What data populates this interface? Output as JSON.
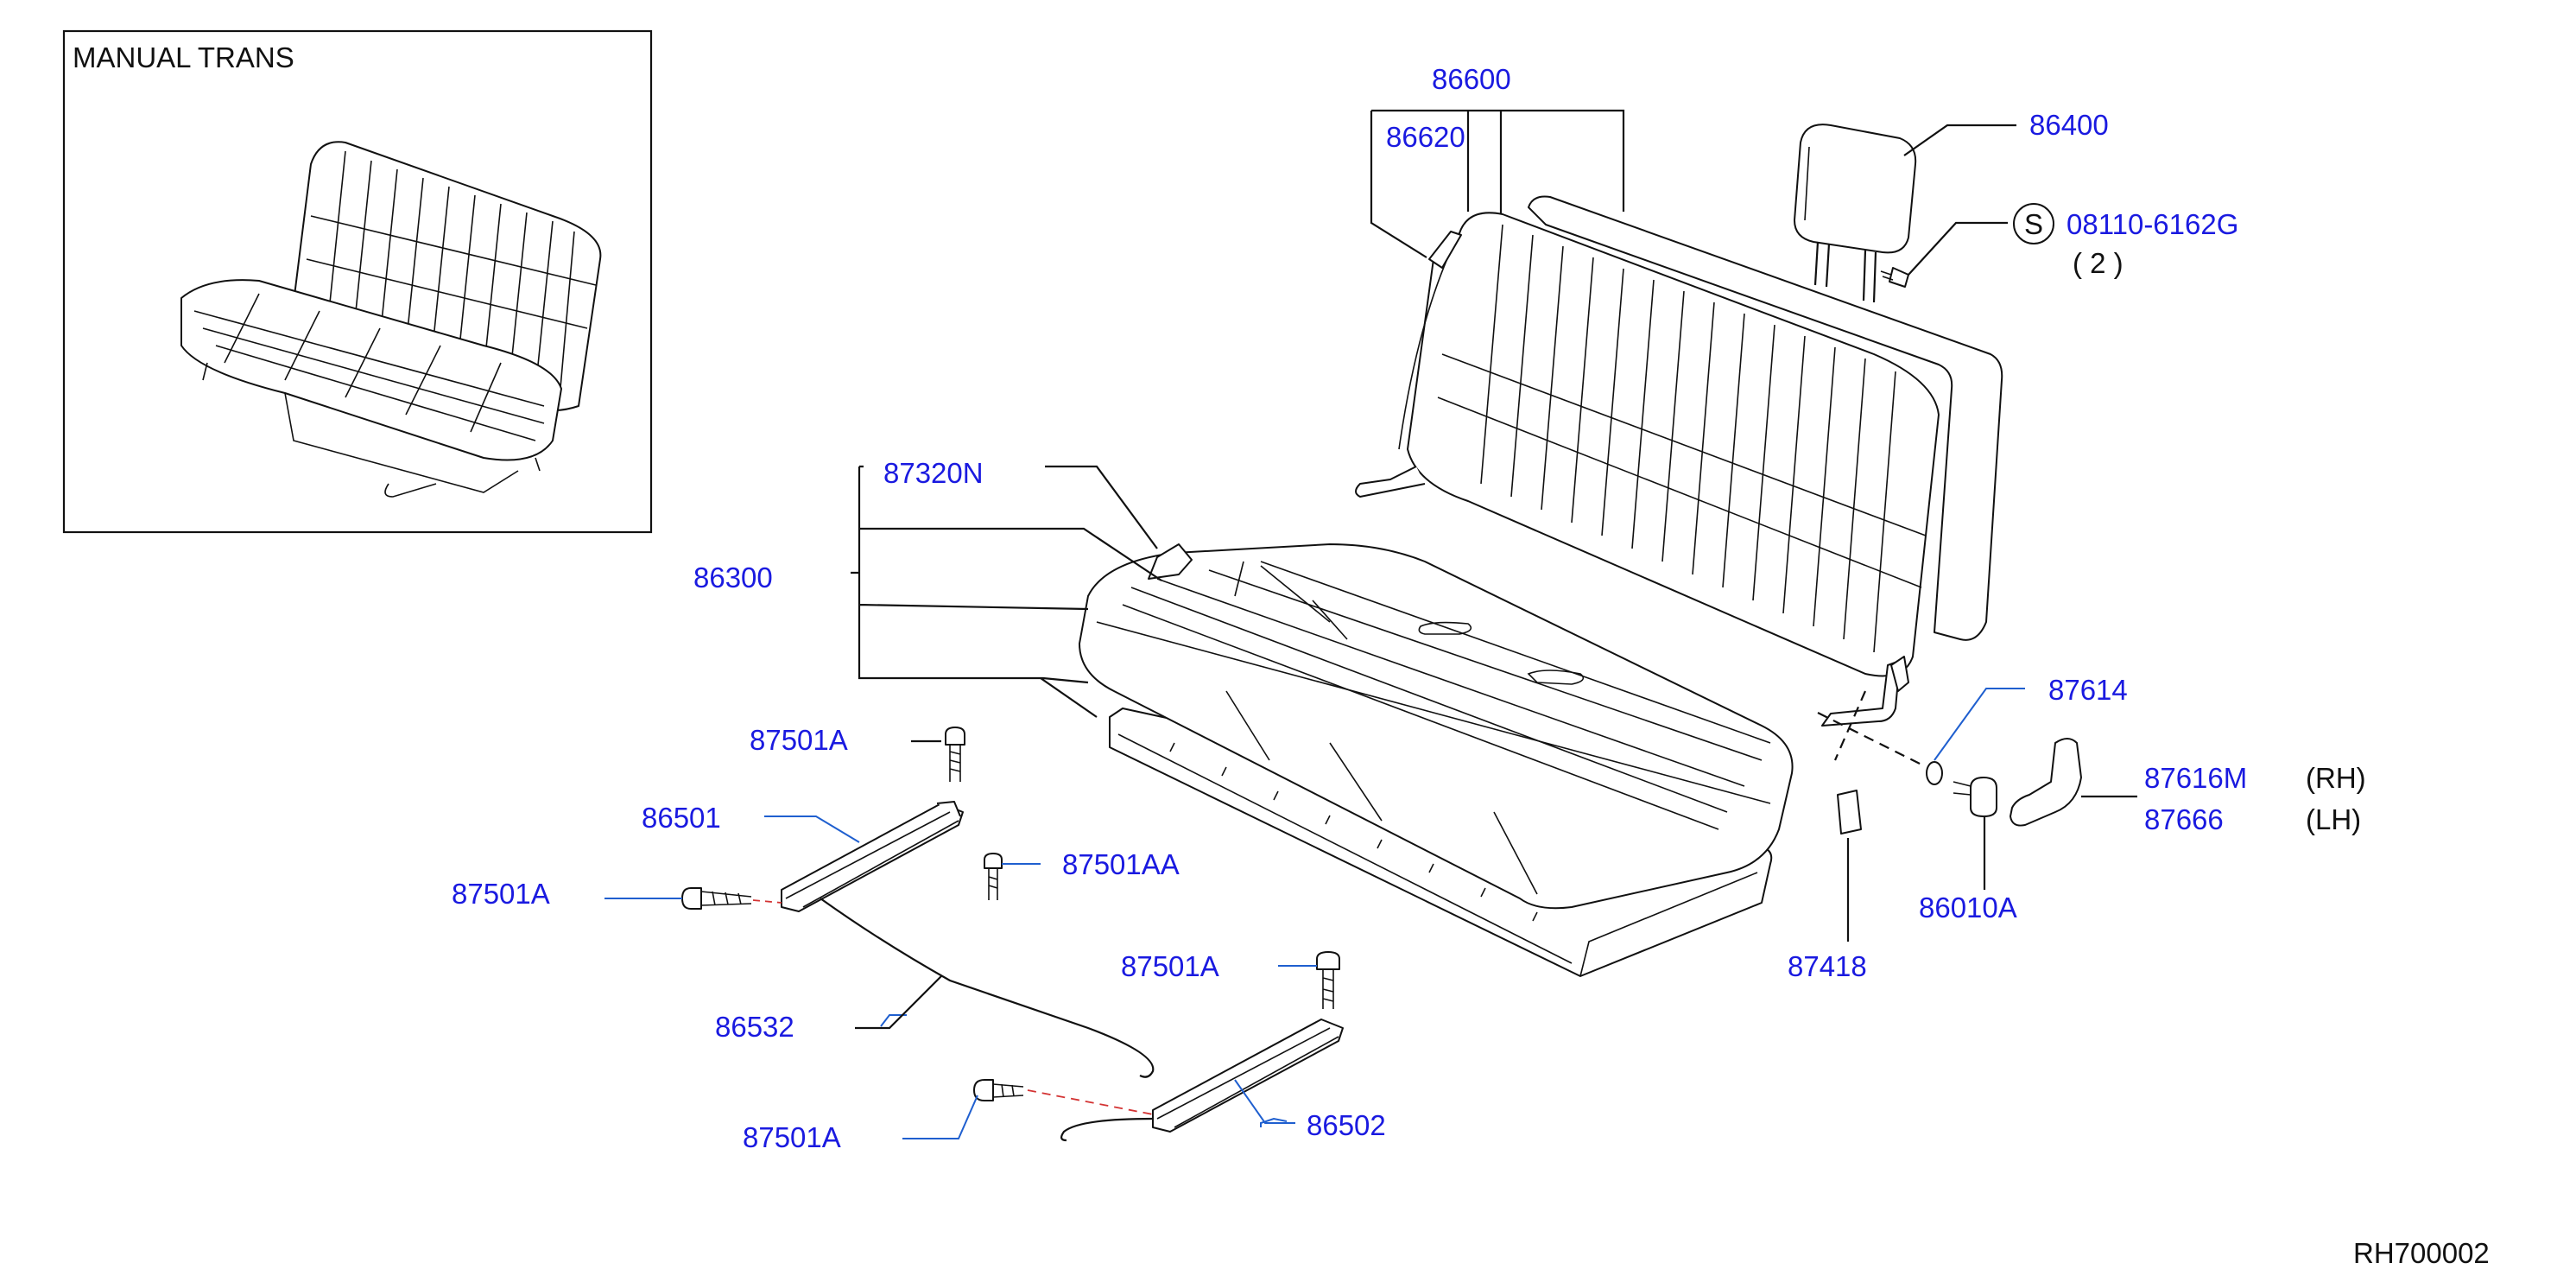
{
  "inset": {
    "title": "MANUAL   TRANS"
  },
  "callouts": {
    "p86600": "86600",
    "p86620": "86620",
    "p86400": "86400",
    "p08110_circle": "S",
    "p08110": "08110-6162G",
    "p08110_qty": "( 2 )",
    "p87320N": "87320N",
    "p86300": "86300",
    "p87614": "87614",
    "p87616M": "87616M",
    "p87616M_side": "(RH)",
    "p87666": "87666",
    "p87666_side": "(LH)",
    "p86010A": "86010A",
    "p87418": "87418",
    "p87501A_1": "87501A",
    "p86501": "86501",
    "p87501AA": "87501AA",
    "p87501A_2": "87501A",
    "p86532": "86532",
    "p87501A_3": "87501A",
    "p86502": "86502",
    "p87501A_4": "87501A"
  },
  "footer": {
    "drawing_code": "RH700002"
  },
  "colors": {
    "callout_text": "#1a1ae0",
    "leader_blue": "#1f5fcf",
    "lines": "#111111",
    "dashed_red": "#d33333"
  }
}
